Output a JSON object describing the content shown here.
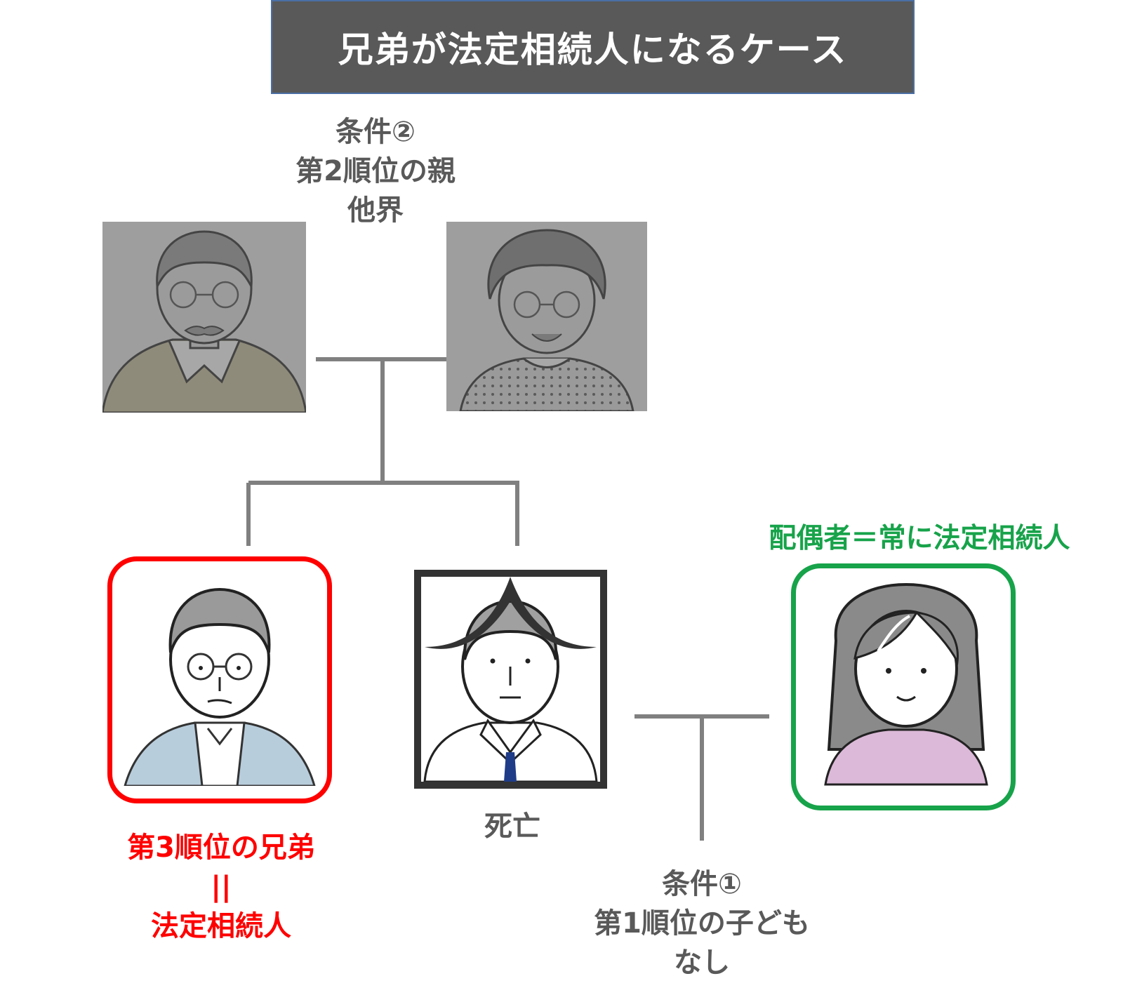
{
  "title": "兄弟が法定相続人になるケース",
  "condition2": {
    "line1": "条件②",
    "line2": "第2順位の親",
    "line3": "他界"
  },
  "sibling": {
    "line1": "第3順位の兄弟",
    "line2": "||",
    "line3": "法定相続人"
  },
  "deceased": {
    "label": "死亡"
  },
  "spouse": {
    "label": "配偶者＝常に法定相続人"
  },
  "condition1": {
    "line1": "条件①",
    "line2": "第1順位の子ども",
    "line3": "なし"
  },
  "colors": {
    "title_bg": "#595959",
    "sibling": "#ff0000",
    "spouse": "#17a34a",
    "line": "#808080"
  }
}
